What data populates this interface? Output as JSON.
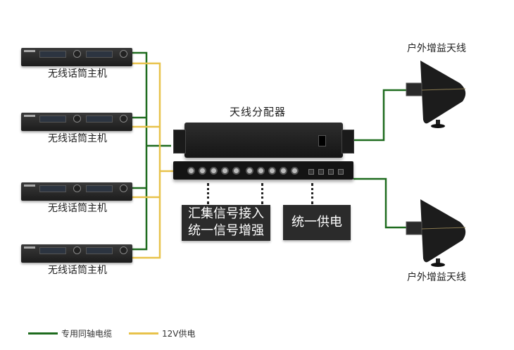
{
  "diagram": {
    "receivers": [
      {
        "label": "无线话筒主机"
      },
      {
        "label": "无线话筒主机"
      },
      {
        "label": "无线话筒主机"
      },
      {
        "label": "无线话筒主机"
      }
    ],
    "splitter": {
      "title": "天线分配器"
    },
    "callouts": [
      {
        "line1": "汇集信号接入",
        "line2": "统一信号增强"
      },
      {
        "line1": "统一供电"
      }
    ],
    "antennas": [
      {
        "label": "户外增益天线"
      },
      {
        "label": "户外增益天线"
      }
    ],
    "legend": [
      {
        "label": "专用同轴电缆",
        "color": "#1e6b1e"
      },
      {
        "label": "12V供电",
        "color": "#e8c24a"
      }
    ]
  }
}
